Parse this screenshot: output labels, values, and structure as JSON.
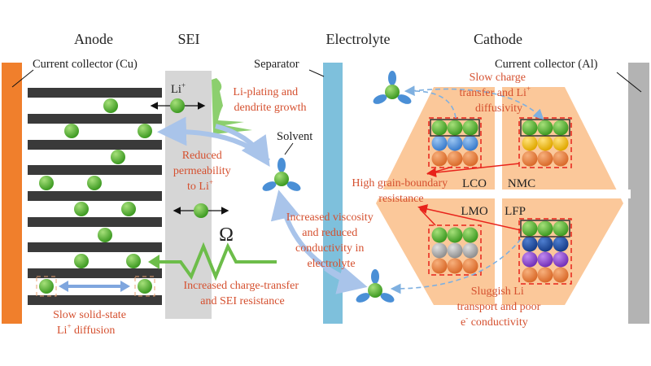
{
  "titles": {
    "anode": "Anode",
    "sei": "SEI",
    "electrolyte": "Electrolyte",
    "cathode": "Cathode"
  },
  "labels": {
    "cu_collector": "Current collector (Cu)",
    "al_collector": "Current collector (Al)",
    "separator": "Separator",
    "solvent": "Solvent",
    "li_ion": "Li",
    "li_sup": "+",
    "ohm": "Ω"
  },
  "annotations": {
    "li_plating": [
      "Li-plating and",
      "dendrite growth"
    ],
    "reduced_perm": [
      "Reduced",
      "permeability",
      "to Li"
    ],
    "reduced_perm_sup": "+",
    "charge_transfer": [
      "Increased charge-transfer",
      "and SEI resistance"
    ],
    "solid_state": [
      "Slow solid-state",
      " diffusion"
    ],
    "solid_state_prefix": "Li",
    "solid_state_sup": "+",
    "viscosity": [
      "Increased viscosity",
      "and reduced",
      "conductivity in",
      "electrolyte"
    ],
    "slow_charge": [
      "Slow charge",
      "transfer and Li",
      "diffusivity"
    ],
    "slow_charge_sup": "+",
    "grain_boundary": [
      "High grain-boundary",
      "resistance"
    ],
    "sluggish": [
      "Sluggish Li",
      "transport and poor",
      " conductivity"
    ],
    "sluggish_e": "e",
    "sluggish_sup": "-"
  },
  "materials": {
    "lco": "LCO",
    "nmc": "NMC",
    "lmo": "LMO",
    "lfp": "LFP"
  },
  "colors": {
    "cu": "#f07f2c",
    "al": "#b3b3b3",
    "separator": "#7ec0dc",
    "sei": "#d6d6d6",
    "text_red": "#d5502f",
    "cathode_bg": "#fbc89a",
    "li": "#5cb531",
    "co_blue": "#4d8fd8",
    "transition_orange": "#e57a3a",
    "nmc_yellow": "#f0c020",
    "mn_gray": "#a8a8a8",
    "fe_navy": "#1f4d9e",
    "po4_purple": "#8a3fc8",
    "solvent_blue": "#4a8fd6"
  }
}
